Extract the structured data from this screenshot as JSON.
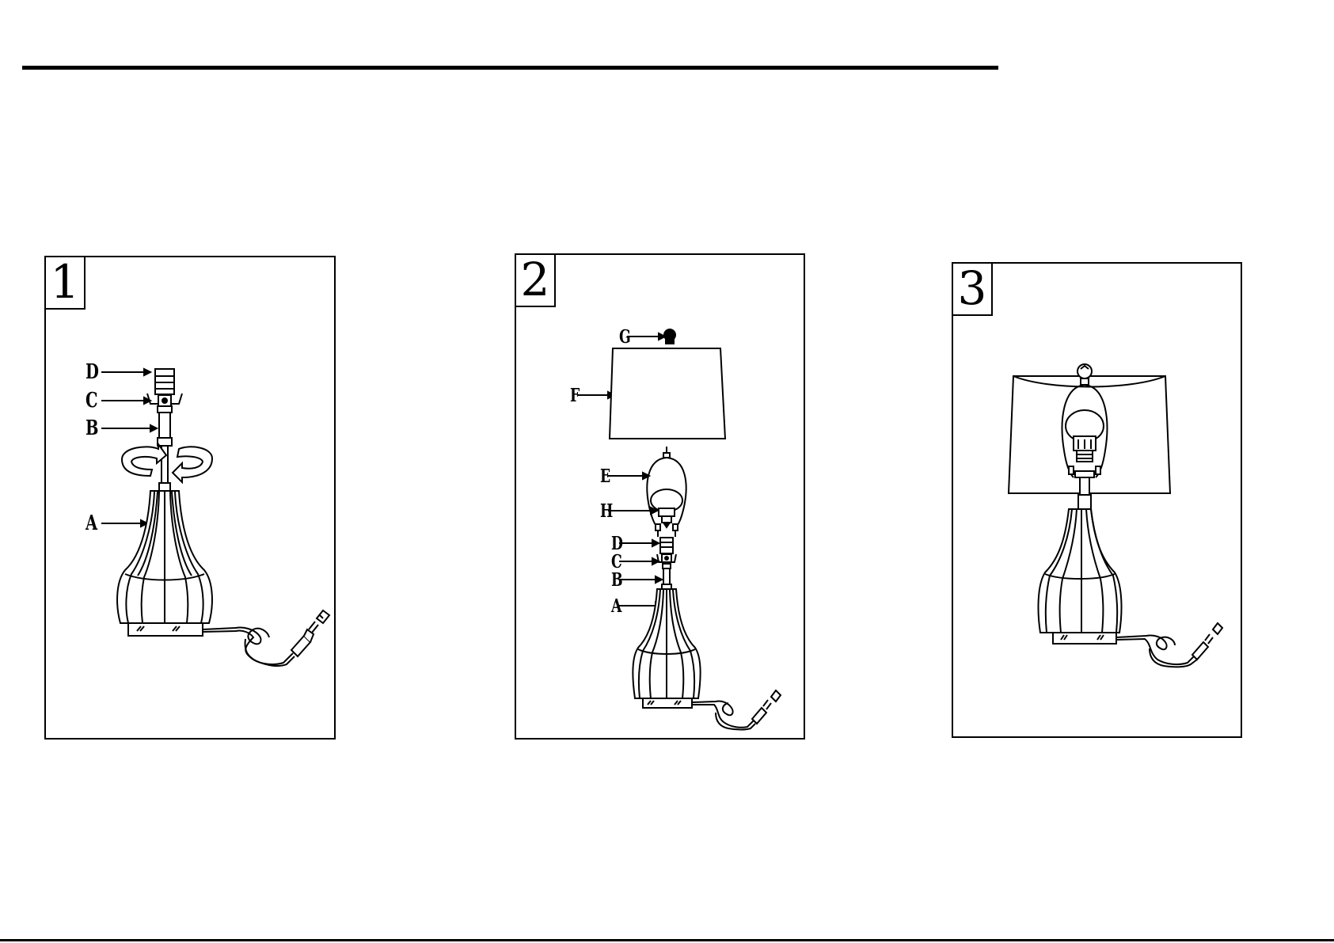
{
  "steps": [
    {
      "number": "1",
      "labels": [
        "D",
        "C",
        "B",
        "A"
      ]
    },
    {
      "number": "2",
      "labels": [
        "G",
        "F",
        "E",
        "H",
        "D",
        "C",
        "B",
        "A"
      ]
    },
    {
      "number": "3",
      "labels": []
    }
  ],
  "icons": [
    "rotate-arrows-icon",
    "plug-icon",
    "light-bulb-icon",
    "finial-icon"
  ]
}
